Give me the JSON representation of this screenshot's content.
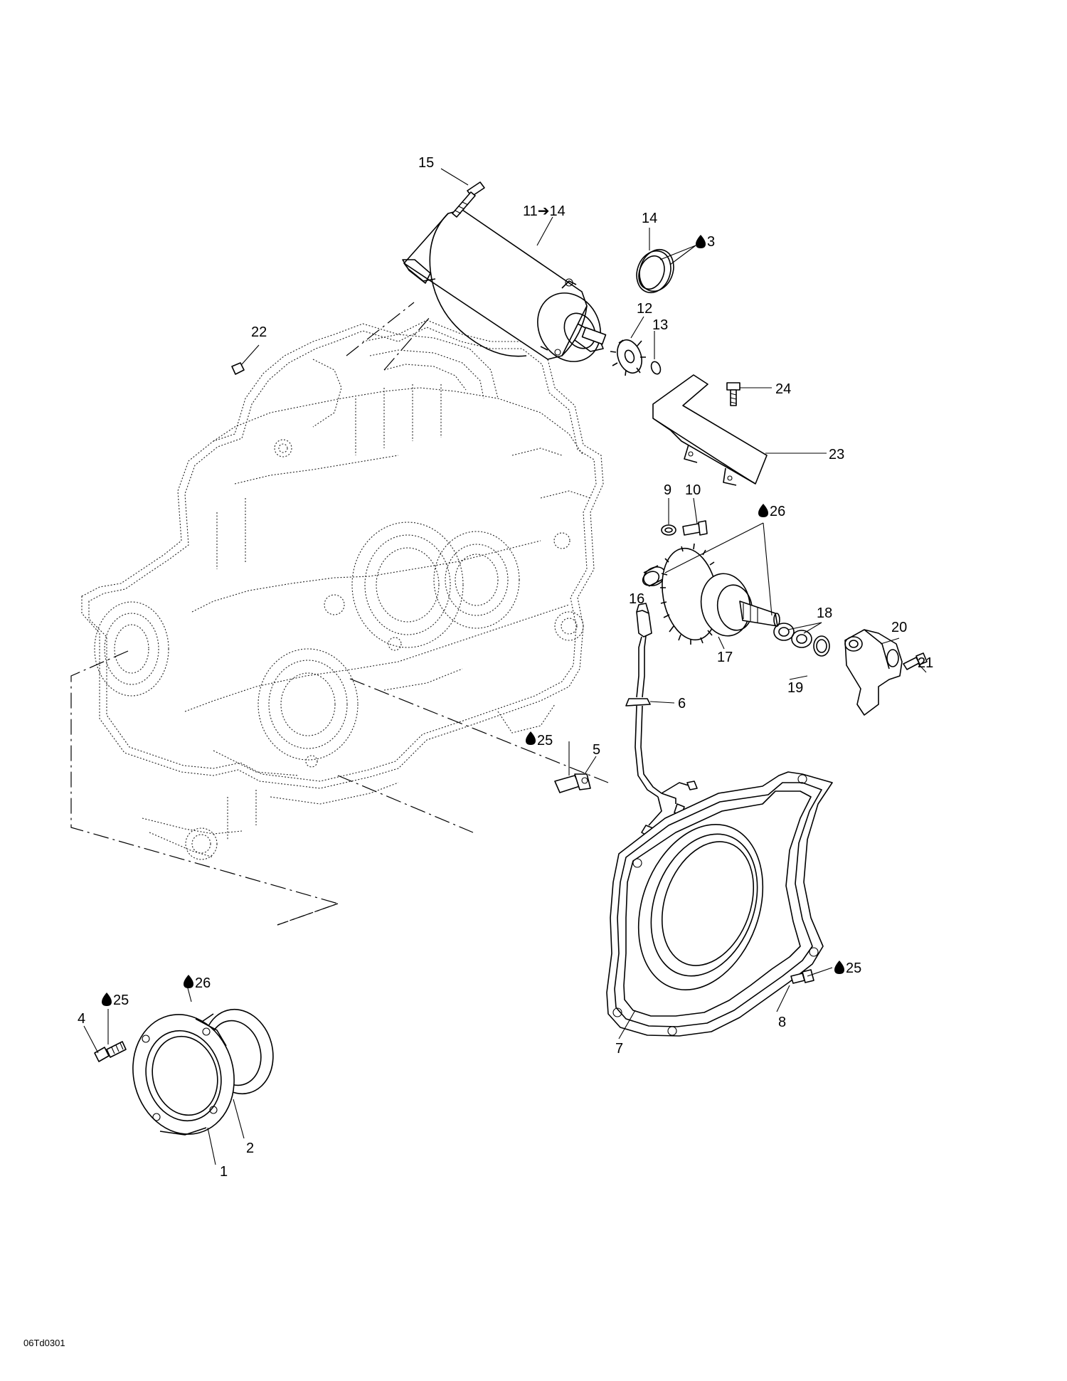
{
  "diagram": {
    "callouts": [
      {
        "id": "c15",
        "text": "15"
      },
      {
        "id": "c11",
        "text": "11➔14"
      },
      {
        "id": "c14",
        "text": "14"
      },
      {
        "id": "c3",
        "text": "3"
      },
      {
        "id": "c12",
        "text": "12"
      },
      {
        "id": "c13",
        "text": "13"
      },
      {
        "id": "c22",
        "text": "22"
      },
      {
        "id": "c24",
        "text": "24"
      },
      {
        "id": "c23",
        "text": "23"
      },
      {
        "id": "c9",
        "text": "9"
      },
      {
        "id": "c10",
        "text": "10"
      },
      {
        "id": "c26a",
        "text": "26"
      },
      {
        "id": "c16",
        "text": "16"
      },
      {
        "id": "c18",
        "text": "18"
      },
      {
        "id": "c20",
        "text": "20"
      },
      {
        "id": "c21",
        "text": "21"
      },
      {
        "id": "c17",
        "text": "17"
      },
      {
        "id": "c19",
        "text": "19"
      },
      {
        "id": "c6",
        "text": "6"
      },
      {
        "id": "c25a",
        "text": "25"
      },
      {
        "id": "c5",
        "text": "5"
      },
      {
        "id": "c26b",
        "text": "26"
      },
      {
        "id": "c25b",
        "text": "25"
      },
      {
        "id": "c4",
        "text": "4"
      },
      {
        "id": "c2",
        "text": "2"
      },
      {
        "id": "c1",
        "text": "1"
      },
      {
        "id": "c25c",
        "text": "25"
      },
      {
        "id": "c8",
        "text": "8"
      },
      {
        "id": "c7",
        "text": "7"
      }
    ],
    "drawing_code": "06Td0301"
  }
}
